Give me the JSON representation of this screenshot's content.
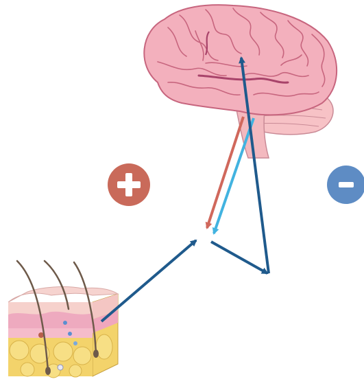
{
  "diagram": {
    "nodes": [
      {
        "id": "brain",
        "icon": "brain-icon"
      },
      {
        "id": "skin",
        "icon": "skin-cross-section-icon"
      },
      {
        "id": "junction",
        "icon": "junction-point"
      }
    ],
    "signs": [
      {
        "id": "positive",
        "icon": "plus-icon",
        "color": "#c96a5a"
      },
      {
        "id": "negative",
        "icon": "minus-icon",
        "color": "#5e8cc4"
      }
    ],
    "arrows": [
      {
        "from": "skin",
        "to": "junction",
        "color": "#1f5a8c"
      },
      {
        "from": "brain",
        "to": "junction",
        "color": "#d0685c"
      },
      {
        "from": "brain",
        "to": "junction",
        "color": "#42b3e0"
      },
      {
        "from": "junction",
        "to": "brain",
        "color": "#1f5a8c",
        "via": "right-turn"
      }
    ],
    "colors": {
      "brain": "#f3b0bd",
      "brain_folds": "#c7657e",
      "skin_surface": "#f5cbc6",
      "fat": "#f3d36b"
    }
  }
}
